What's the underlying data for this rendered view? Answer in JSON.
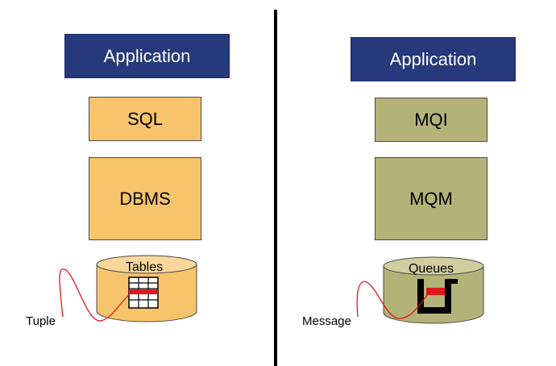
{
  "left": {
    "application": "Application",
    "api": "SQL",
    "engine": "DBMS",
    "storage": "Tables",
    "item": "Tuple"
  },
  "right": {
    "application": "Application",
    "api": "MQI",
    "engine": "MQM",
    "storage": "Queues",
    "item": "Message"
  },
  "colors": {
    "application": "#26397a",
    "left_layer": "#f7c46b",
    "right_layer": "#b3b279",
    "pointer": "#e0161b"
  }
}
